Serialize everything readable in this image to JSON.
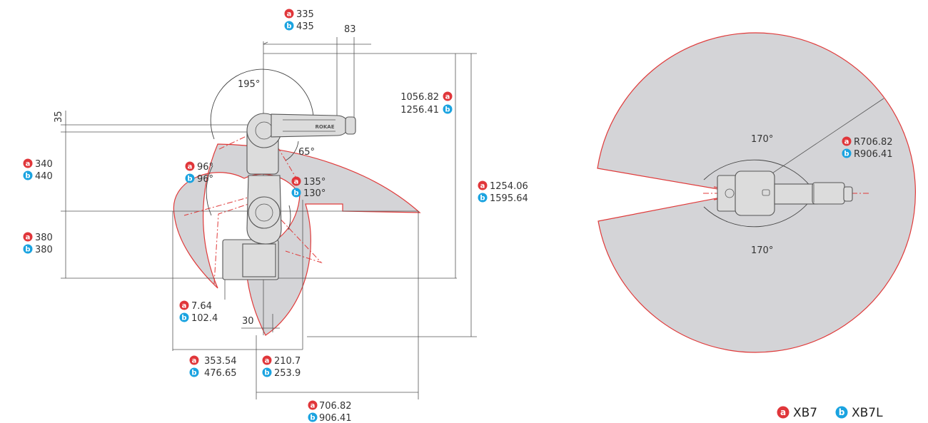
{
  "colors": {
    "badge_a": "#e0363a",
    "badge_b": "#1aa3e0",
    "envelope_fill": "#d4d4d7",
    "envelope_stroke": "#e03a3a"
  },
  "badges": {
    "a": "a",
    "b": "b"
  },
  "side_view": {
    "top_offset_a": "335",
    "top_offset_b": "435",
    "top_offset_c": "83",
    "reach_height_a": "1056.82",
    "reach_height_b": "1256.41",
    "total_height_a": "1254.06",
    "total_height_b": "1595.64",
    "arm_offset": "35",
    "upper_height_a": "340",
    "upper_height_b": "440",
    "lower_height_a": "380",
    "lower_height_b": "380",
    "base_offset_a": "7.64",
    "base_offset_b": "102.4",
    "base_width": "30",
    "rear_reach_a": "353.54",
    "rear_reach_b": "476.65",
    "front_min_a": "210.7",
    "front_min_b": "253.9",
    "front_reach_a": "706.82",
    "front_reach_b": "906.41",
    "angle_j3_top": "195°",
    "angle_j3_front": "65°",
    "angle_j2_a": "96°",
    "angle_j2_b": "96°",
    "angle_j5_a": "135°",
    "angle_j5_b": "130°",
    "brand": "ROKAE"
  },
  "top_view": {
    "radius_a": "R706.82",
    "radius_b": "R906.41",
    "angle_top": "170°",
    "angle_bottom": "170°"
  },
  "legend": {
    "a_label": "XB7",
    "b_label": "XB7L"
  }
}
